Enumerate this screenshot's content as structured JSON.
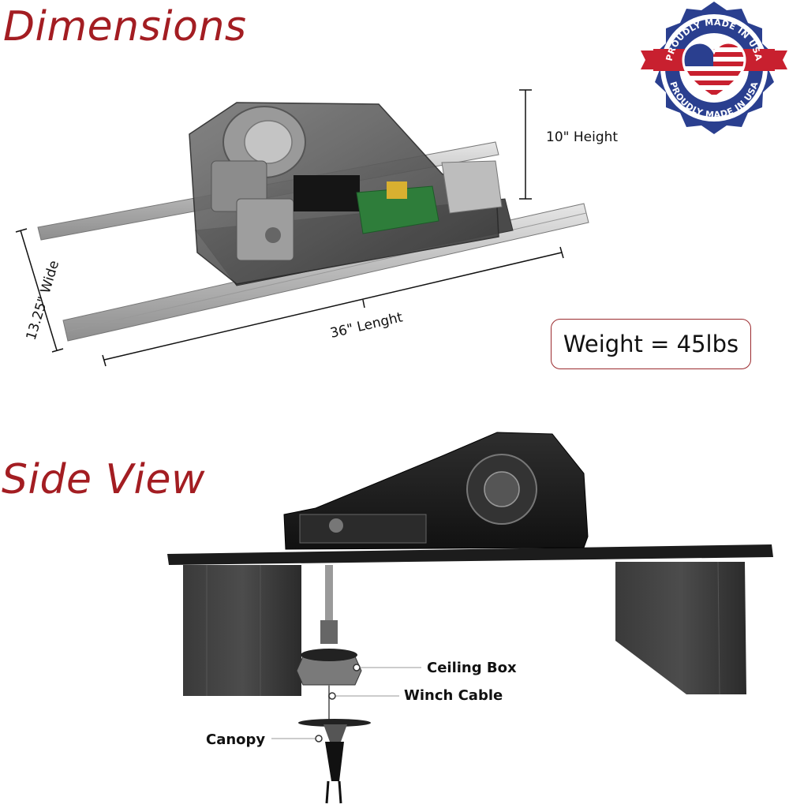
{
  "headings": {
    "dimensions": "Dimensions",
    "side_view": "Side View"
  },
  "badge": {
    "top_text": "PROUDLY MADE IN USA",
    "bottom_text": "PROUDLY MADE IN USA",
    "icon": "us-flag-heart-icon",
    "colors": {
      "blue": "#2a3f8f",
      "red": "#c8202f",
      "white": "#ffffff"
    }
  },
  "dimensions": {
    "height": "10\" Height",
    "width": "13.25\" Wide",
    "length": "36\" Lenght",
    "weight": "Weight = 45lbs"
  },
  "callouts": {
    "ceiling_box": "Ceiling Box",
    "winch_cable": "Winch Cable",
    "canopy": "Canopy"
  },
  "colors": {
    "accent": "#a31d22"
  }
}
